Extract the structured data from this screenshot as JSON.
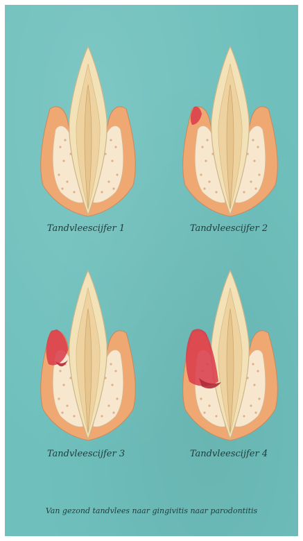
{
  "stages": [
    {
      "caption": "Tandvleescijfer 1",
      "inflammation": 0
    },
    {
      "caption": "Tandvleescijfer 2",
      "inflammation": 1
    },
    {
      "caption": "Tandvleescijfer 3",
      "inflammation": 2
    },
    {
      "caption": "Tandvleescijfer 4",
      "inflammation": 3
    }
  ],
  "footer": "Van gezond tandvlees naar gingivitis naar parodontitis",
  "colors": {
    "background": "#6fc0bd",
    "enamel": "#f3e2b8",
    "dentin": "#eed3a0",
    "gum": "#f0a873",
    "bone": "#f8e7cf",
    "inflamed": "#d93a4a"
  }
}
